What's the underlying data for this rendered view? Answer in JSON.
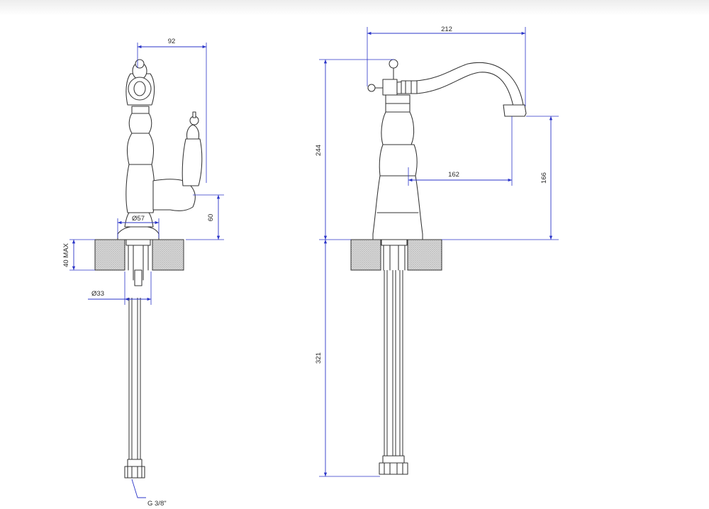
{
  "drawing": {
    "side_view": {
      "dim_width_top": "92",
      "dim_body_diameter": "Ø57",
      "dim_base_height": "60",
      "dim_deck_thickness": "40 MAX",
      "dim_hole_diameter": "Ø33",
      "thread_label": "G 3/8\""
    },
    "front_view": {
      "dim_spout_reach": "212",
      "dim_total_height": "244",
      "dim_spout_offset": "162",
      "dim_spout_height": "166",
      "dim_hose_length": "321"
    }
  },
  "colors": {
    "dimension_lines": "#2b35c8",
    "outline": "#333333",
    "background": "#ffffff"
  }
}
